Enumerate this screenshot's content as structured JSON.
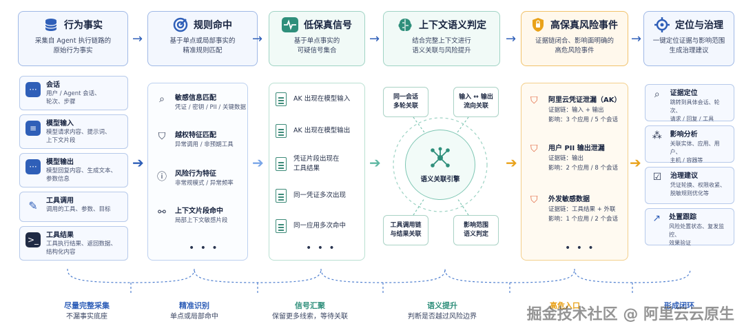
{
  "columns": [
    {
      "title": "行为事实",
      "desc1": "采集自 Agent 执行链路的",
      "desc2": "原始行为事实"
    },
    {
      "title": "规则命中",
      "desc1": "基于单点或局部事实的",
      "desc2": "精准规则匹配"
    },
    {
      "title": "低保真信号",
      "desc1": "基于单点事实的",
      "desc2": "可疑信号集合"
    },
    {
      "title": "上下文语义判定",
      "desc1": "结合完整上下文进行",
      "desc2": "语义关联与风险提升"
    },
    {
      "title": "高保真风险事件",
      "desc1": "证据链闭合、影响面明确的",
      "desc2": "高危风险事件"
    },
    {
      "title": "定位与治理",
      "desc1": "一键定位证据与影响范围",
      "desc2": "生成治理建议"
    }
  ],
  "facts": [
    {
      "title": "会话",
      "d1": "用户 / Agent 会话、",
      "d2": "轮次、步骤",
      "icon": "chat-icon"
    },
    {
      "title": "模型输入",
      "d1": "模型请求内容、提示词、",
      "d2": "上下文片段",
      "icon": "document-icon"
    },
    {
      "title": "模型输出",
      "d1": "模型回复内容、生成文本、",
      "d2": "参数信息",
      "icon": "message-icon"
    },
    {
      "title": "工具调用",
      "d1": "调用的工具、参数、目标",
      "d2": "",
      "icon": "wrench-icon"
    },
    {
      "title": "工具结果",
      "d1": "工具执行结果、返回数据、",
      "d2": "结构化内容",
      "icon": "terminal-icon"
    }
  ],
  "rules": [
    {
      "title": "敏感信息匹配",
      "d": "凭证 / 密钥 / PII / 关键数据",
      "icon": "search-icon"
    },
    {
      "title": "越权特征匹配",
      "d": "异常调用 / 非预期工具",
      "icon": "shield-check-icon"
    },
    {
      "title": "风险行为特征",
      "d": "非常规模式 / 异常频率",
      "icon": "alert-icon"
    },
    {
      "title": "上下文片段命中",
      "d": "局部上下文敏感片段",
      "icon": "link-icon"
    }
  ],
  "signals": [
    {
      "l1": "AK 出现在模型输入",
      "l2": ""
    },
    {
      "l1": "AK 出现在模型输出",
      "l2": ""
    },
    {
      "l1": "凭证片段出现在",
      "l2": "工具结果"
    },
    {
      "l1": "同一凭证多次出现",
      "l2": ""
    },
    {
      "l1": "同一应用多次命中",
      "l2": ""
    }
  ],
  "context": {
    "tl1": "同一会话",
    "tl2": "多轮关联",
    "tr1": "输入 ↔ 输出",
    "tr2": "流向关联",
    "bl1": "工具调用链",
    "bl2": "与结果关联",
    "br1": "影响范围",
    "br2": "语义判定",
    "engine": "语义关联引擎"
  },
  "risks": [
    {
      "title": "阿里云凭证泄漏（AK）",
      "d1": "证据链：输入 + 输出",
      "d2": "影响：3 个应用 / 5 个会话"
    },
    {
      "title": "用户 PII 输出泄漏",
      "d1": "证据链：输出",
      "d2": "影响：2 个应用 / 8 个会话"
    },
    {
      "title": "外发敏感数据",
      "d1": "证据链：工具结果 + 外联",
      "d2": "影响：1 个应用 / 2 个会话"
    }
  ],
  "governance": [
    {
      "title": "证据定位",
      "d1": "跳转到具体会话、轮次、",
      "d2": "请求 / 回复 / 工具",
      "icon": "search-icon"
    },
    {
      "title": "影响分析",
      "d1": "关联实体、应用、用户、",
      "d2": "主机 / 容器等",
      "icon": "graph-icon"
    },
    {
      "title": "治理建议",
      "d1": "凭证轮换、权限收紧、",
      "d2": "脱敏规则优化等",
      "icon": "clipboard-icon"
    },
    {
      "title": "处置跟踪",
      "d1": "风险处置状态、复发监控、",
      "d2": "效果验证",
      "icon": "trend-icon"
    }
  ],
  "ellipsis": "• • •",
  "footer": [
    {
      "title": "尽量完整采集",
      "desc": "不漏事实底座"
    },
    {
      "title": "精准识别",
      "desc": "单点或局部命中"
    },
    {
      "title": "信号汇聚",
      "desc": "保留更多线索，等待关联"
    },
    {
      "title": "语义提升",
      "desc": "判断是否越过风险边界"
    },
    {
      "title": "高危入口",
      "desc": ""
    },
    {
      "title": "形成闭环",
      "desc": ""
    }
  ],
  "watermark": "掘金技术社区 @ 阿里云云原生",
  "colors": {
    "blue": "#2f5fb8",
    "green": "#3c9b85",
    "orange": "#e9a21a",
    "red": "#e0613a"
  }
}
